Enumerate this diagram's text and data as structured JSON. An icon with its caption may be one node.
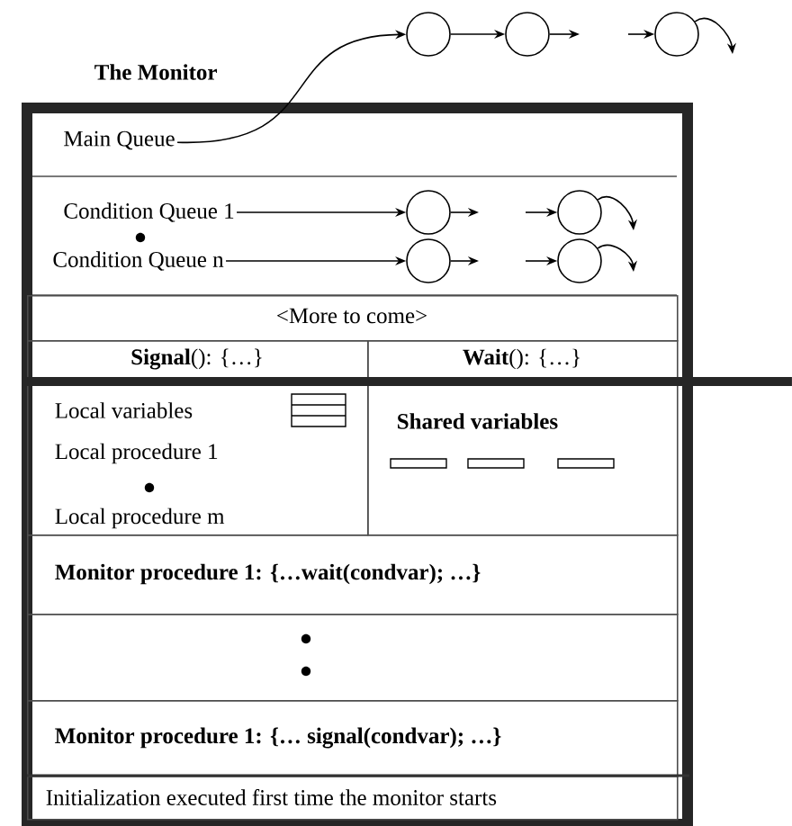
{
  "diagram": {
    "nodes": [
      {
        "text": [
          "The Monitor"
        ]
      },
      {
        "text": [
          "Main Queue"
        ],
        "in": 0
      },
      {
        "text": [],
        "shape": "circle"
      },
      {
        "text": [],
        "shape": "circle"
      },
      {
        "text": [],
        "shape": "circle"
      },
      {
        "text": [
          "Condition Queue 1"
        ],
        "in": 0
      },
      {
        "text": [
          "Condition Queue n"
        ],
        "in": 0
      },
      {
        "text": [],
        "shape": "circle",
        "in": 0
      },
      {
        "text": [],
        "shape": "circle",
        "in": 0
      },
      {
        "text": [],
        "shape": "circle",
        "in": 0
      },
      {
        "text": [],
        "shape": "circle",
        "in": 0
      },
      {
        "text": [
          "<More to come>"
        ],
        "in": 0
      },
      {
        "text": [
          "**Signal**(): {…}"
        ],
        "in": 0
      },
      {
        "text": [
          "**Wait**(): {…}"
        ],
        "in": 0
      },
      {
        "text": [
          "Local variables",
          "Local procedure 1",
          "Local procedure m"
        ],
        "in": 0
      },
      {
        "text": [
          "Shared variables"
        ],
        "in": 0
      },
      {
        "text": [
          "Monitor procedure 1: {…wait(condvar); …}"
        ],
        "in": 0
      },
      {
        "text": [],
        "shape": "box",
        "in": 0
      },
      {
        "text": [
          "Monitor procedure 1: {… signal(condvar); …}"
        ],
        "in": 0
      },
      {
        "text": [
          "Initialization executed first time the monitor starts"
        ],
        "in": 0
      }
    ],
    "edges": [
      {
        "from": 1,
        "to": 2,
        "arrow": "to"
      },
      {
        "from": 2,
        "to": 3,
        "arrow": "to"
      },
      {
        "from": 3,
        "to": null,
        "arrow": "to"
      },
      {
        "from": null,
        "to": 4,
        "arrow": "to"
      },
      {
        "from": 4,
        "to": null,
        "arrow": "to"
      },
      {
        "from": 5,
        "to": 7,
        "arrow": "to"
      },
      {
        "from": 7,
        "to": null,
        "arrow": "to"
      },
      {
        "from": null,
        "to": 8,
        "arrow": "to"
      },
      {
        "from": 8,
        "to": null,
        "arrow": "to"
      },
      {
        "from": 6,
        "to": 9,
        "arrow": "to"
      },
      {
        "from": 9,
        "to": null,
        "arrow": "to"
      },
      {
        "from": null,
        "to": 10,
        "arrow": "to"
      },
      {
        "from": 10,
        "to": null,
        "arrow": "to"
      }
    ]
  }
}
